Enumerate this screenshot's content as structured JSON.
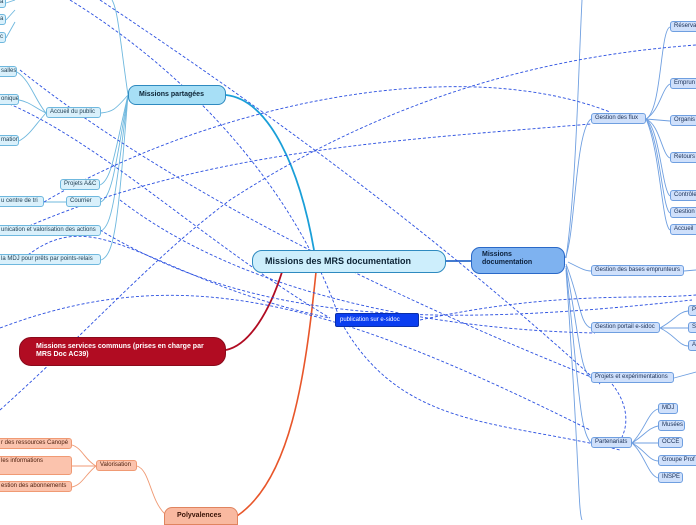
{
  "map": {
    "central": "Missions des MRS documentation",
    "right_main": "Missions documentation",
    "shared": "Missions partagées",
    "common": "Missions services communs (prises en charge par MRS Doc AC39)",
    "poly": "Polyvalences",
    "floating": "publication sur e-sidoc"
  },
  "right_nodes": {
    "gestion_flux": "Gestion des flux",
    "reserv": "Réserva",
    "emprun": "Emprun",
    "organis": "Organis",
    "retours": "Retours",
    "controle": "Contrôle",
    "gestion": "Gestion",
    "accueil": "Accueil",
    "bases": "Gestion des bases emprunteurs",
    "portail": "Gestion portail e-sidoc",
    "p_a": "P",
    "p_b": "S",
    "p_c": "A",
    "projets": "Projets et expérimentations",
    "partenariats": "Partenariats",
    "mdj": "MDJ",
    "musees": "Musées",
    "occe": "OCCE",
    "groupe": "Groupe Prof",
    "inspe": "INSPE"
  },
  "left_nodes": {
    "l1": "a",
    "l2": "a",
    "l3": "c",
    "salles": "salles",
    "onique": "onique",
    "mation": "mation",
    "accueil_public": "Accueil du public",
    "projets_ac": "Projets A&C",
    "courrier": "Courrier",
    "centre_tri": "u centre de tri",
    "communication": "unication et valorisation des actions",
    "mdj_prets": "la MDJ pour prêts par points-relais"
  },
  "orange_nodes": {
    "valorisation": "Valorisation",
    "ressources": "r des ressources Canopé",
    "informations": "les informations",
    "abonnements": "estion des abonnements"
  }
}
